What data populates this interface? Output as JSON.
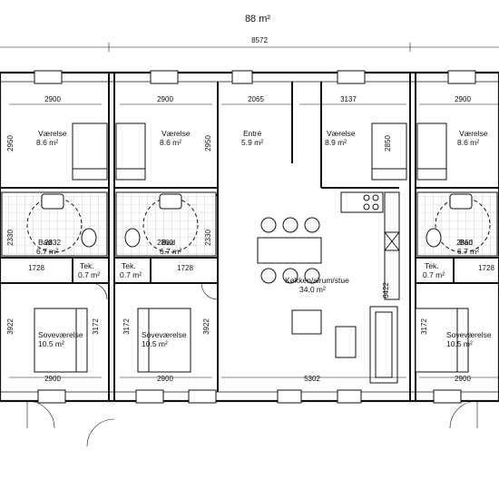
{
  "title": "88 m²",
  "overall_dimension": "8572",
  "rooms": {
    "vaerelse_left": {
      "name": "Værelse",
      "area": "8.6 m²"
    },
    "vaerelse_mid": {
      "name": "Værelse",
      "area": "8.6 m²"
    },
    "entre": {
      "name": "Entré",
      "area": "5.9 m²"
    },
    "vaerelse_center": {
      "name": "Værelse",
      "area": "8.9 m²"
    },
    "vaerelse_right": {
      "name": "Værelse",
      "area": "8.6 m²"
    },
    "bad_left": {
      "name": "Bad",
      "area": "6.7 m²"
    },
    "bad_mid": {
      "name": "Bad",
      "area": "6.7 m²"
    },
    "bad_right": {
      "name": "Bad",
      "area": "6.7 m²"
    },
    "tek_left": {
      "name": "Tek.",
      "area": "0.7 m²"
    },
    "tek_mid": {
      "name": "Tek.",
      "area": "0.7 m²"
    },
    "tek_right": {
      "name": "Tek.",
      "area": "0.7 m²"
    },
    "koekken": {
      "name": "Køkken/alrum/stue",
      "area": "34.0 m²"
    },
    "sove_left": {
      "name": "Soveværelse",
      "area": "10.5 m²"
    },
    "sove_mid": {
      "name": "Soveværelse",
      "area": "10.5 m²"
    },
    "sove_right": {
      "name": "Soveværelse",
      "area": "10.5 m²"
    }
  },
  "dimensions": {
    "top_2900_a": "2900",
    "top_2900_b": "2900",
    "top_2065": "2065",
    "top_3137": "3137",
    "top_2900_c": "2900",
    "v_2950_a": "2950",
    "v_2950_b": "2950",
    "v_2850": "2850",
    "v_2330_a": "2330",
    "v_2330_b": "2330",
    "h_2832": "2832",
    "h_2860_a": "2860",
    "h_2860_b": "2860",
    "h_1728_a": "1728",
    "h_1728_b": "1728",
    "h_1728_c": "1728",
    "v_3922_a": "3922",
    "v_3172_a": "3172",
    "v_3172_b": "3172",
    "v_3922_b": "3922",
    "v_3172_c": "3172",
    "v_6422": "6422",
    "bot_2900_a": "2900",
    "bot_2900_b": "2900",
    "bot_5302": "5302",
    "bot_2900_c": "2900"
  },
  "wall_color": "#111111",
  "tile_color": "#cfcfcf"
}
